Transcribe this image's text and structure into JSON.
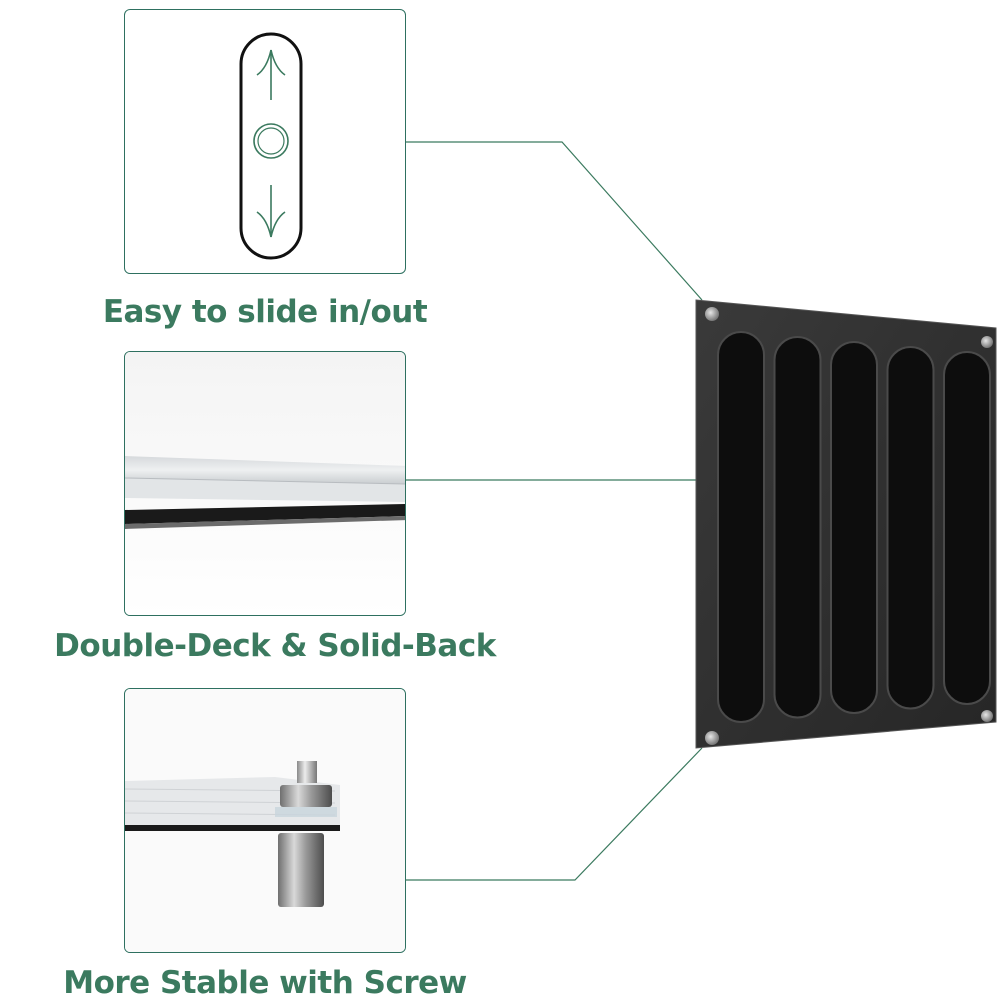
{
  "features": [
    {
      "caption": "Easy to slide in/out",
      "image": "slide-icon"
    },
    {
      "caption": "Double-Deck & Solid-Back",
      "image": "acrylic-layers-closeup"
    },
    {
      "caption": "More Stable with Screw",
      "image": "standoff-screw-closeup"
    }
  ],
  "product": {
    "slots": 5,
    "image": "wall-mounted-rack"
  },
  "colors": {
    "accent": "#3b7a5f",
    "border": "#2e7060",
    "panel": "#2b2b2b",
    "slot": "#0d0d0d"
  }
}
